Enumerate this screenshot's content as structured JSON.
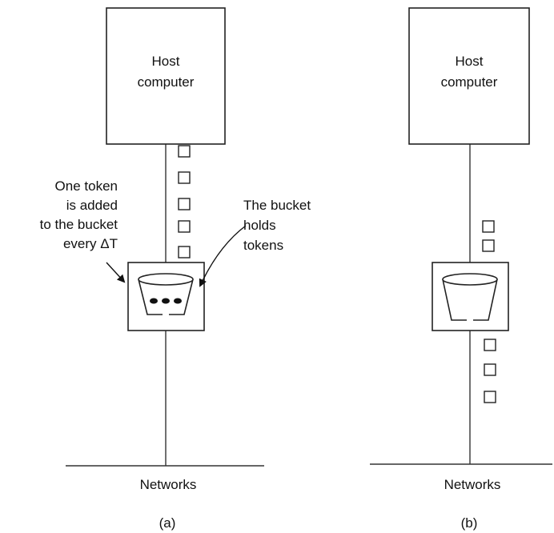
{
  "panel_a": {
    "host_label_line1": "Host",
    "host_label_line2": "computer",
    "network_label": "Networks",
    "caption": "(a)",
    "annotation_left": [
      "One token",
      "is added",
      "to the bucket",
      "every ΔT"
    ],
    "annotation_right": [
      "The bucket",
      "holds",
      "tokens"
    ]
  },
  "panel_b": {
    "host_label_line1": "Host",
    "host_label_line2": "computer",
    "network_label": "Networks",
    "caption": "(b)"
  }
}
